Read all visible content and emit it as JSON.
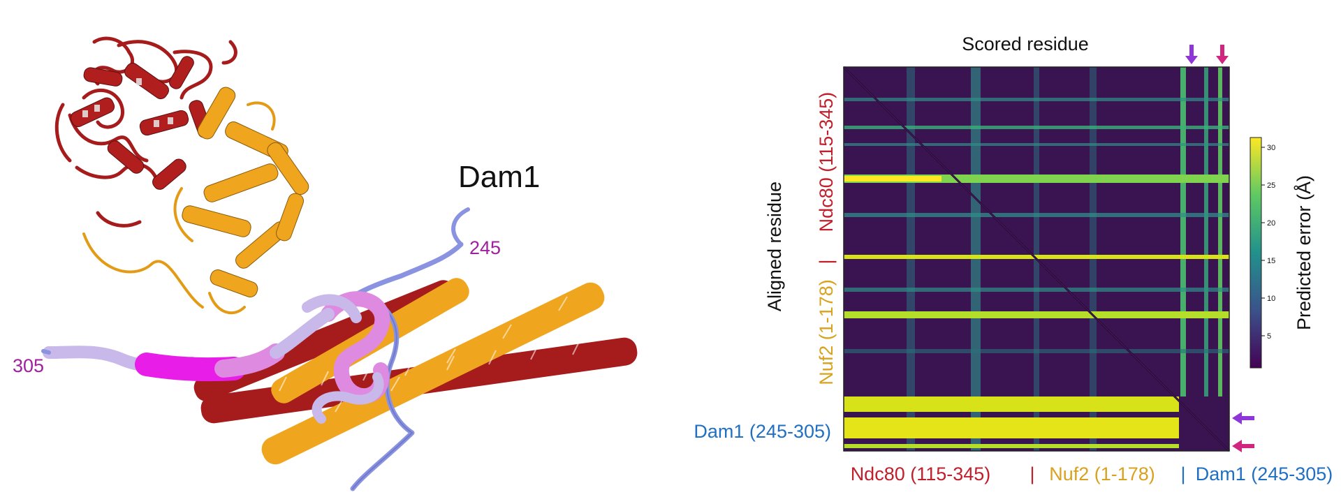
{
  "structure": {
    "title": "Dam1",
    "residue_n_label": "245",
    "residue_c_label": "305"
  },
  "pae": {
    "x_axis_title": "Scored residue",
    "y_axis_title": "Aligned residue",
    "colorbar_title": "Predicted error (Å)",
    "colorbar_ticks": [
      "30",
      "25",
      "20",
      "15",
      "10",
      "5"
    ],
    "segments": [
      {
        "label": "Ndc80 (115-345)",
        "color": "#c0202c"
      },
      {
        "label": "Nuf2 (1-178)",
        "color": "#d9a21e"
      },
      {
        "label": "Dam1 (245-305)",
        "color": "#1f6fc2"
      }
    ],
    "separator": "|",
    "arrow_colors": [
      "#8e36d8",
      "#d1267f"
    ],
    "colors": {
      "ndc80": "#a61c1c",
      "nuf2": "#f0a51e",
      "dam1": "#8a93e0",
      "dam1_bright": "#e81ee8",
      "dam1_light": "#c9b8ea",
      "dam1_pink": "#dd8ae0"
    }
  }
}
